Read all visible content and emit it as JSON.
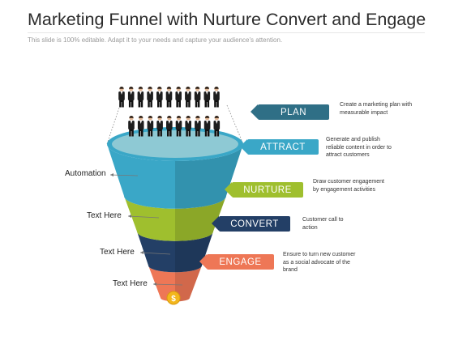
{
  "header": {
    "title": "Marketing Funnel with Nurture Convert and Engage",
    "subtitle": "This slide is 100% editable. Adapt it to your needs and capture your audience's attention."
  },
  "stages": [
    {
      "label": "PLAN",
      "description": "Create a marketing plan with measurable impact",
      "color": "#2f6f86"
    },
    {
      "label": "ATTRACT",
      "description": "Generate and publish reliable content in order to attract customers",
      "color": "#3aa7c7"
    },
    {
      "label": "NURTURE",
      "description": "Draw customer engagement by engagement activities",
      "color": "#9fbf2e"
    },
    {
      "label": "CONVERT",
      "description": "Customer call to action",
      "color": "#233f66"
    },
    {
      "label": "ENGAGE",
      "description": "Ensure to turn new customer as a social advocate of the brand",
      "color": "#ee7756"
    }
  ],
  "side_labels": {
    "automation": "Automation",
    "text1": "Text Here",
    "text2": "Text Here",
    "text3": "Text Here"
  },
  "funnel": {
    "coin_symbol": "$",
    "band_colors": [
      "#3aa7c7",
      "#9fbf2e",
      "#233f66",
      "#ee7756"
    ],
    "top_color": "#8ec9d4",
    "people_rows": 2,
    "people_per_row": 11
  }
}
